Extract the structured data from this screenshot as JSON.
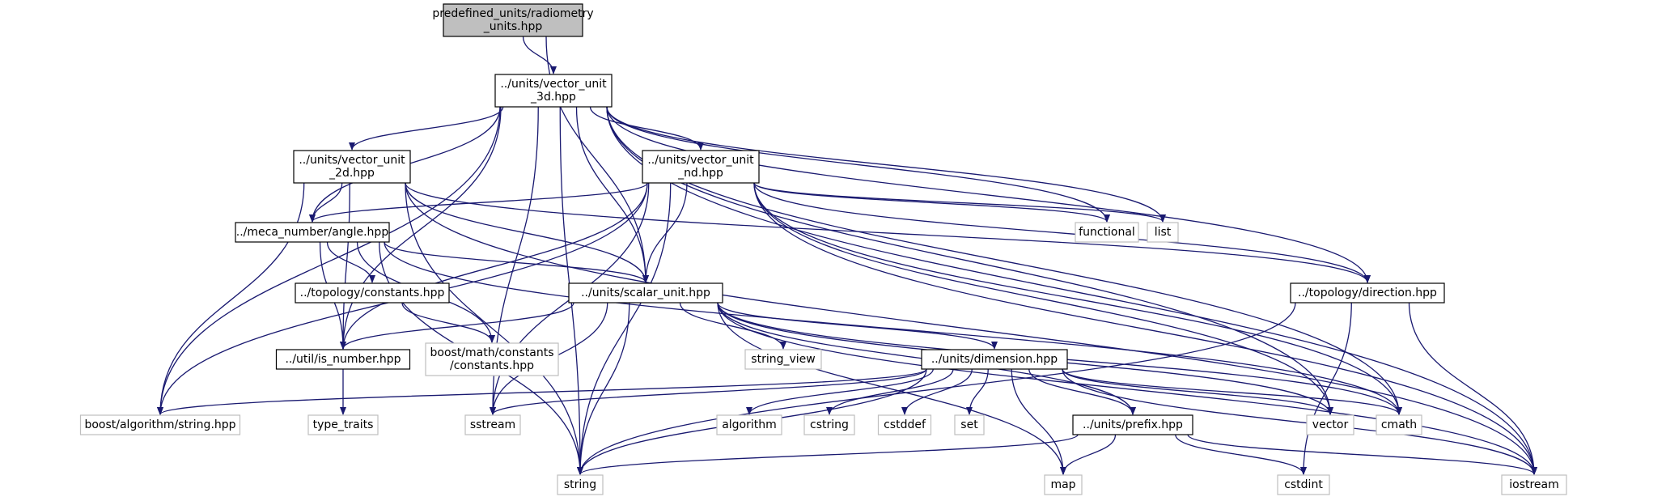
{
  "colors": {
    "edge": "#191970",
    "node_border": "#000000",
    "external_border": "#bfbfbf",
    "root_fill": "#bfbfbf",
    "node_fill": "#ffffff",
    "text": "#000000"
  },
  "nodes": [
    {
      "id": "root",
      "lines": [
        "predefined_units/radiometry",
        "_units.hpp"
      ],
      "kind": "root"
    },
    {
      "id": "vu3d",
      "lines": [
        "../units/vector_unit",
        "_3d.hpp"
      ],
      "kind": "internal"
    },
    {
      "id": "vu2d",
      "lines": [
        "../units/vector_unit",
        "_2d.hpp"
      ],
      "kind": "internal"
    },
    {
      "id": "vund",
      "lines": [
        "../units/vector_unit",
        "_nd.hpp"
      ],
      "kind": "internal"
    },
    {
      "id": "angle",
      "lines": [
        "../meca_number/angle.hpp"
      ],
      "kind": "internal"
    },
    {
      "id": "functional",
      "lines": [
        "functional"
      ],
      "kind": "external"
    },
    {
      "id": "list",
      "lines": [
        "list"
      ],
      "kind": "external"
    },
    {
      "id": "tconst",
      "lines": [
        "../topology/constants.hpp"
      ],
      "kind": "internal"
    },
    {
      "id": "scalar",
      "lines": [
        "../units/scalar_unit.hpp"
      ],
      "kind": "internal"
    },
    {
      "id": "direction",
      "lines": [
        "../topology/direction.hpp"
      ],
      "kind": "internal"
    },
    {
      "id": "isnum",
      "lines": [
        "../util/is_number.hpp"
      ],
      "kind": "internal"
    },
    {
      "id": "boostconst",
      "lines": [
        "boost/math/constants",
        "/constants.hpp"
      ],
      "kind": "external"
    },
    {
      "id": "sview",
      "lines": [
        "string_view"
      ],
      "kind": "external"
    },
    {
      "id": "dimension",
      "lines": [
        "../units/dimension.hpp"
      ],
      "kind": "internal"
    },
    {
      "id": "balgo",
      "lines": [
        "boost/algorithm/string.hpp"
      ],
      "kind": "external"
    },
    {
      "id": "typetraits",
      "lines": [
        "type_traits"
      ],
      "kind": "external"
    },
    {
      "id": "sstream",
      "lines": [
        "sstream"
      ],
      "kind": "external"
    },
    {
      "id": "algorithm",
      "lines": [
        "algorithm"
      ],
      "kind": "external"
    },
    {
      "id": "cstring",
      "lines": [
        "cstring"
      ],
      "kind": "external"
    },
    {
      "id": "cstddef",
      "lines": [
        "cstddef"
      ],
      "kind": "external"
    },
    {
      "id": "set",
      "lines": [
        "set"
      ],
      "kind": "external"
    },
    {
      "id": "prefix",
      "lines": [
        "../units/prefix.hpp"
      ],
      "kind": "internal"
    },
    {
      "id": "vector",
      "lines": [
        "vector"
      ],
      "kind": "external"
    },
    {
      "id": "cmath",
      "lines": [
        "cmath"
      ],
      "kind": "external"
    },
    {
      "id": "string",
      "lines": [
        "string"
      ],
      "kind": "external"
    },
    {
      "id": "map",
      "lines": [
        "map"
      ],
      "kind": "external"
    },
    {
      "id": "cstdint",
      "lines": [
        "cstdint"
      ],
      "kind": "external"
    },
    {
      "id": "iostream",
      "lines": [
        "iostream"
      ],
      "kind": "external"
    }
  ],
  "edges": [
    [
      "root",
      "vu3d"
    ],
    [
      "root",
      "scalar"
    ],
    [
      "vu3d",
      "vu2d"
    ],
    [
      "vu3d",
      "vund"
    ],
    [
      "vu3d",
      "angle"
    ],
    [
      "vu3d",
      "scalar"
    ],
    [
      "vu3d",
      "isnum"
    ],
    [
      "vu3d",
      "balgo"
    ],
    [
      "vu3d",
      "string"
    ],
    [
      "vu3d",
      "sstream"
    ],
    [
      "vu3d",
      "functional"
    ],
    [
      "vu3d",
      "list"
    ],
    [
      "vu3d",
      "direction"
    ],
    [
      "vu3d",
      "vector"
    ],
    [
      "vu3d",
      "cmath"
    ],
    [
      "vu3d",
      "iostream"
    ],
    [
      "vu2d",
      "angle"
    ],
    [
      "vu2d",
      "scalar"
    ],
    [
      "vu2d",
      "isnum"
    ],
    [
      "vu2d",
      "balgo"
    ],
    [
      "vu2d",
      "string"
    ],
    [
      "vu2d",
      "direction"
    ],
    [
      "vu2d",
      "iostream"
    ],
    [
      "vund",
      "angle"
    ],
    [
      "vund",
      "scalar"
    ],
    [
      "vund",
      "isnum"
    ],
    [
      "vund",
      "balgo"
    ],
    [
      "vund",
      "string"
    ],
    [
      "vund",
      "sstream"
    ],
    [
      "vund",
      "functional"
    ],
    [
      "vund",
      "list"
    ],
    [
      "vund",
      "direction"
    ],
    [
      "vund",
      "vector"
    ],
    [
      "vund",
      "cmath"
    ],
    [
      "vund",
      "iostream"
    ],
    [
      "angle",
      "tconst"
    ],
    [
      "angle",
      "scalar"
    ],
    [
      "angle",
      "isnum"
    ],
    [
      "angle",
      "boostconst"
    ],
    [
      "angle",
      "string"
    ],
    [
      "angle",
      "cmath"
    ],
    [
      "tconst",
      "boostconst"
    ],
    [
      "scalar",
      "isnum"
    ],
    [
      "scalar",
      "sview"
    ],
    [
      "scalar",
      "dimension"
    ],
    [
      "scalar",
      "prefix"
    ],
    [
      "scalar",
      "sstream"
    ],
    [
      "scalar",
      "string"
    ],
    [
      "scalar",
      "map"
    ],
    [
      "scalar",
      "vector"
    ],
    [
      "scalar",
      "cmath"
    ],
    [
      "scalar",
      "iostream"
    ],
    [
      "isnum",
      "typetraits"
    ],
    [
      "direction",
      "string"
    ],
    [
      "direction",
      "cstdint"
    ],
    [
      "direction",
      "iostream"
    ],
    [
      "dimension",
      "balgo"
    ],
    [
      "dimension",
      "sstream"
    ],
    [
      "dimension",
      "string"
    ],
    [
      "dimension",
      "algorithm"
    ],
    [
      "dimension",
      "cstring"
    ],
    [
      "dimension",
      "cstddef"
    ],
    [
      "dimension",
      "set"
    ],
    [
      "dimension",
      "map"
    ],
    [
      "dimension",
      "prefix"
    ],
    [
      "dimension",
      "vector"
    ],
    [
      "dimension",
      "cmath"
    ],
    [
      "dimension",
      "iostream"
    ],
    [
      "prefix",
      "string"
    ],
    [
      "prefix",
      "map"
    ],
    [
      "prefix",
      "cstdint"
    ],
    [
      "prefix",
      "iostream"
    ]
  ]
}
